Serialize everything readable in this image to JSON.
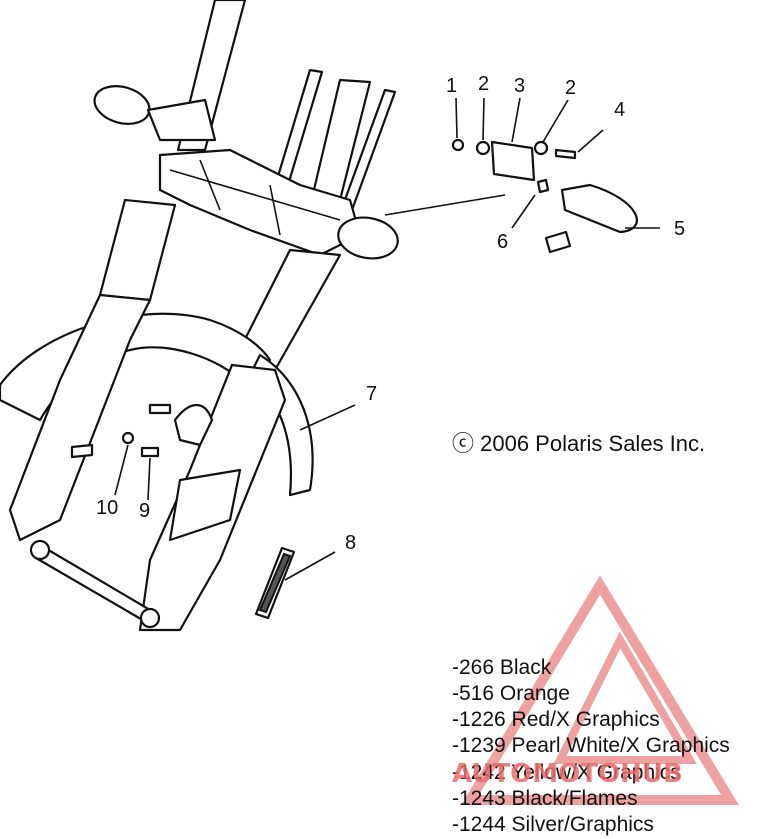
{
  "diagram": {
    "copyright": "ⓒ 2006 Polaris Sales Inc.",
    "callouts": [
      {
        "id": "c1",
        "label": "1"
      },
      {
        "id": "c2a",
        "label": "2"
      },
      {
        "id": "c3",
        "label": "3"
      },
      {
        "id": "c2b",
        "label": "2"
      },
      {
        "id": "c4",
        "label": "4"
      },
      {
        "id": "c5",
        "label": "5"
      },
      {
        "id": "c6",
        "label": "6"
      },
      {
        "id": "c7",
        "label": "7"
      },
      {
        "id": "c8",
        "label": "8"
      },
      {
        "id": "c10",
        "label": "10"
      },
      {
        "id": "c9",
        "label": "9"
      }
    ],
    "variants": [
      "-266  Black",
      "-516  Orange",
      "-1226 Red/X Graphics",
      "-1239 Pearl White/X Graphics",
      "-1242 Yellow/X Graphics",
      "-1243 Black/Flames",
      "-1244 Silver/Graphics"
    ],
    "watermark": {
      "text": "AUTOMOTOHUB",
      "color": "#e86a6a"
    }
  }
}
